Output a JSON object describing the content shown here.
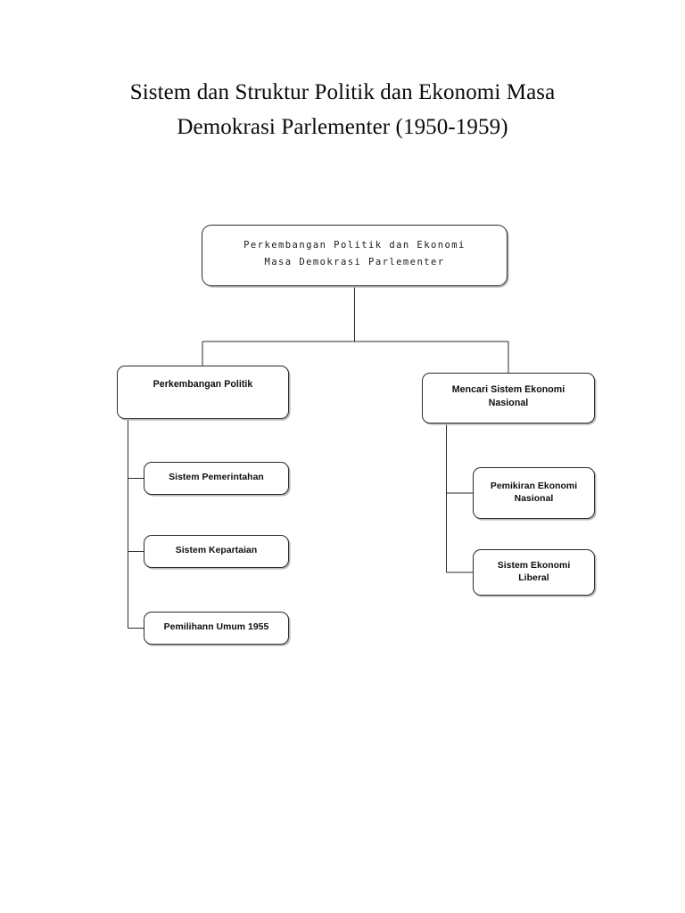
{
  "document": {
    "title_lines": [
      "Sistem dan Struktur Politik dan Ekonomi Masa",
      "Demokrasi Parlementer (1950-1959)"
    ]
  },
  "diagram": {
    "type": "org-chart",
    "line_color": "#2b2b2b",
    "box_border_color": "#2b2b2b",
    "box_fill": "#ffffff",
    "shadow_color": "#b9b9b9",
    "root": {
      "line1": "Perkembangan Politik dan Ekonomi",
      "line2": "Masa Demokrasi Parlementer"
    },
    "branches": [
      {
        "id": "politik",
        "label": "Perkembangan Politik",
        "children": [
          {
            "id": "pemerintahan",
            "label": "Sistem Pemerintahan"
          },
          {
            "id": "kepartaian",
            "label": "Sistem Kepartaian"
          },
          {
            "id": "pemilihan",
            "label": "Pemilihann Umum 1955"
          }
        ]
      },
      {
        "id": "ekonomi",
        "label_line1": "Mencari Sistem Ekonomi",
        "label_line2": "Nasional",
        "children": [
          {
            "id": "pemikiran",
            "line1": "Pemikiran Ekonomi",
            "line2": "Nasional"
          },
          {
            "id": "liberal",
            "line1": "Sistem Ekonomi",
            "line2": "Liberal"
          }
        ]
      }
    ]
  }
}
